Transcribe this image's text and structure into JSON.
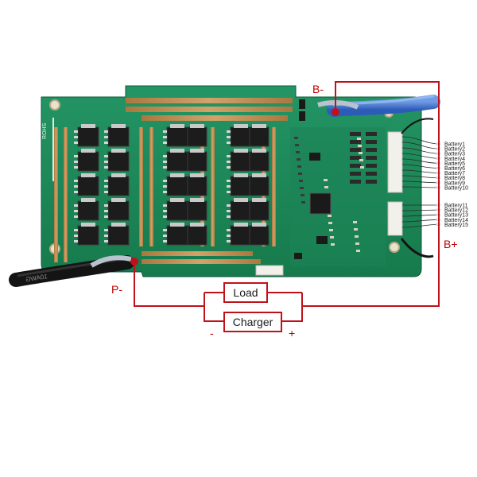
{
  "labels": {
    "b_minus": "B-",
    "b_plus": "B+",
    "p_minus": "P-",
    "load": "Load",
    "charger": "Charger",
    "charger_neg": "-",
    "charger_pos": "+"
  },
  "battery_labels": [
    "Battery1",
    "Battery2",
    "Battery3",
    "Battery4",
    "Battery5",
    "Battery6",
    "Battery7",
    "Battery8",
    "Battery9",
    "Battery10",
    "Battery11",
    "Battery12",
    "Battery13",
    "Battery14",
    "Battery15"
  ],
  "board_silkscreen": {
    "rohs": "ROHS",
    "cable_text": "10AWG"
  },
  "colors": {
    "wire_red": "#c0111a",
    "pcb_green": "#1f8a5a",
    "copper": "#b98a52",
    "mosfet": "#1c1c1c",
    "cable_blue": "#3b6fcf",
    "cable_black": "#141414"
  }
}
